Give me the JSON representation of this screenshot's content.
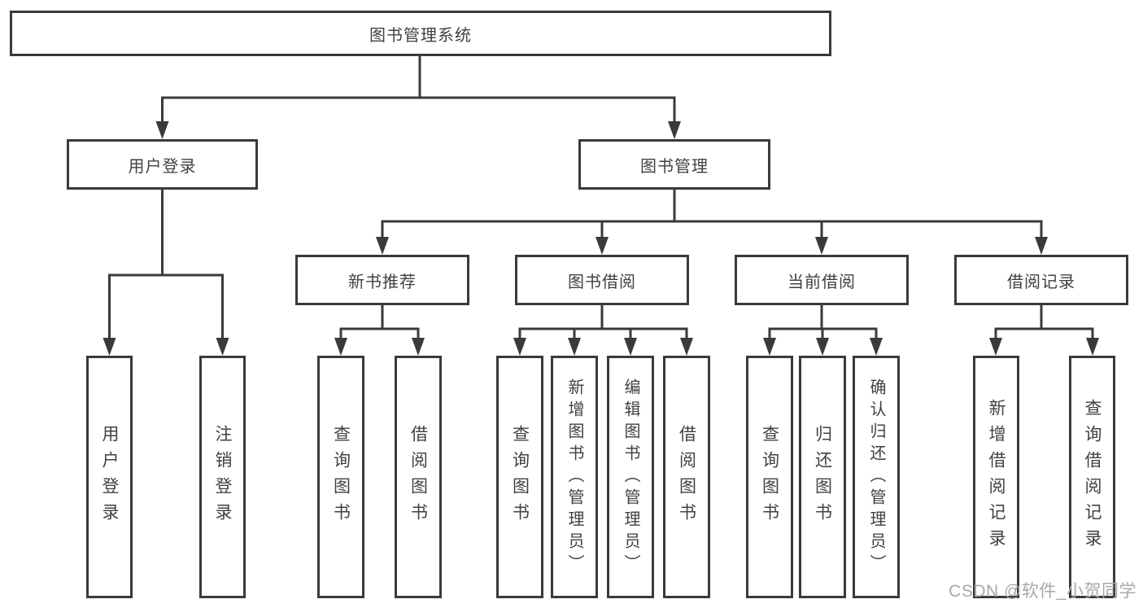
{
  "diagram": {
    "root": {
      "label": "图书管理系统"
    },
    "branches": [
      {
        "label": "用户登录",
        "children": [
          {
            "label": "用户登录"
          },
          {
            "label": "注销登录"
          }
        ]
      },
      {
        "label": "图书管理",
        "children": [
          {
            "label": "新书推荐",
            "children": [
              {
                "label": "查询图书"
              },
              {
                "label": "借阅图书"
              }
            ]
          },
          {
            "label": "图书借阅",
            "children": [
              {
                "label": "查询图书"
              },
              {
                "label": "新增图书（管理员）"
              },
              {
                "label": "编辑图书（管理员）"
              },
              {
                "label": "借阅图书"
              }
            ]
          },
          {
            "label": "当前借阅",
            "children": [
              {
                "label": "查询图书"
              },
              {
                "label": "归还图书"
              },
              {
                "label": "确认归还（管理员）"
              }
            ]
          },
          {
            "label": "借阅记录",
            "children": [
              {
                "label": "新增借阅记录"
              },
              {
                "label": "查询借阅记录"
              }
            ]
          }
        ]
      }
    ]
  },
  "watermark": {
    "text": "CSDN @软件_小贺同学"
  },
  "colors": {
    "line": "#3a3a3a",
    "text": "#414141",
    "background": "#ffffff",
    "watermark": "#a8a8a8"
  }
}
